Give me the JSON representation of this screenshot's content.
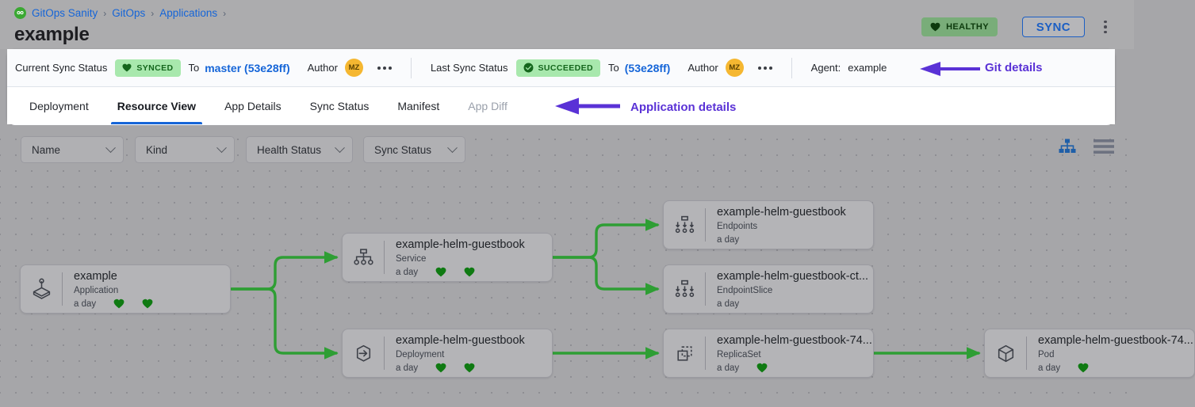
{
  "header": {
    "breadcrumb": [
      {
        "label": "GitOps Sanity",
        "icon": "gitops-logo-icon"
      },
      {
        "label": "GitOps"
      },
      {
        "label": "Applications"
      }
    ],
    "title": "example",
    "health_badge": {
      "label": "HEALTHY",
      "icon": "heart-icon",
      "color": "#79ad79"
    },
    "sync_button": "SYNC",
    "kebab_icon": "more-vertical-icon"
  },
  "sync_bar": {
    "current": {
      "label": "Current Sync Status",
      "status": "SYNCED",
      "status_icon": "heart-icon",
      "to_label": "To",
      "revision": "master (53e28ff)",
      "author_label": "Author",
      "author_initials": "MZ",
      "more_icon": "more-horizontal-icon"
    },
    "last": {
      "label": "Last Sync Status",
      "status": "SUCCEEDED",
      "status_icon": "check-circle-icon",
      "to_label": "To",
      "revision": "(53e28ff)",
      "author_label": "Author",
      "author_initials": "MZ",
      "more_icon": "more-horizontal-icon"
    },
    "agent_label": "Agent:",
    "agent_value": "example",
    "annotation": "Git details",
    "annotation_color": "#5a32d6"
  },
  "tabs": {
    "items": [
      {
        "label": "Deployment",
        "state": "normal"
      },
      {
        "label": "Resource View",
        "state": "active"
      },
      {
        "label": "App Details",
        "state": "normal"
      },
      {
        "label": "Sync Status",
        "state": "normal"
      },
      {
        "label": "Manifest",
        "state": "normal"
      },
      {
        "label": "App Diff",
        "state": "disabled"
      }
    ],
    "annotation": "Application details",
    "accent_color": "#1565d8"
  },
  "filters": [
    {
      "label": "Name",
      "icon": "chevron-down-icon"
    },
    {
      "label": "Kind",
      "icon": "chevron-down-icon"
    },
    {
      "label": "Health Status",
      "icon": "chevron-down-icon"
    },
    {
      "label": "Sync Status",
      "icon": "chevron-down-icon"
    }
  ],
  "view_toggle": [
    {
      "name": "tree-view-icon",
      "active": true,
      "color": "#1f5fa8"
    },
    {
      "name": "list-view-icon",
      "active": false,
      "color": "#6d7280"
    }
  ],
  "graph": {
    "edge_color": "#2e9e34",
    "nodes": [
      {
        "id": "app",
        "title": "example",
        "kind": "Application",
        "age": "a day",
        "icon": "application-icon",
        "hearts": 2
      },
      {
        "id": "svc",
        "title": "example-helm-guestbook",
        "kind": "Service",
        "age": "a day",
        "icon": "service-icon",
        "hearts": 2
      },
      {
        "id": "ep",
        "title": "example-helm-guestbook",
        "kind": "Endpoints",
        "age": "a day",
        "icon": "endpoints-icon",
        "hearts": 0
      },
      {
        "id": "eps",
        "title": "example-helm-guestbook-ct...",
        "kind": "EndpointSlice",
        "age": "a day",
        "icon": "endpointslice-icon",
        "hearts": 0
      },
      {
        "id": "dep",
        "title": "example-helm-guestbook",
        "kind": "Deployment",
        "age": "a day",
        "icon": "deployment-icon",
        "hearts": 2
      },
      {
        "id": "rs",
        "title": "example-helm-guestbook-74...",
        "kind": "ReplicaSet",
        "age": "a day",
        "icon": "replicaset-icon",
        "hearts": 1
      },
      {
        "id": "pod",
        "title": "example-helm-guestbook-74...",
        "kind": "Pod",
        "age": "a day",
        "icon": "pod-icon",
        "hearts": 1
      }
    ]
  }
}
